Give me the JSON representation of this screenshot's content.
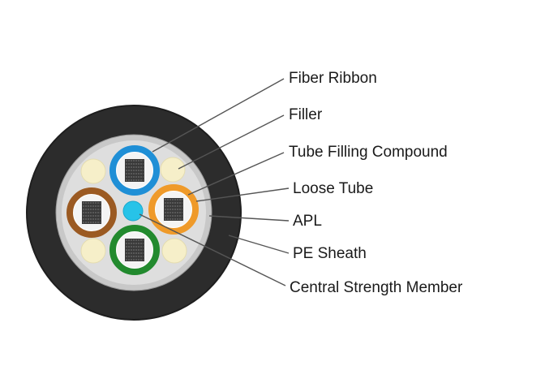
{
  "labels": [
    "Fiber Ribbon",
    "Filler",
    "Tube Filling Compound",
    "Loose Tube",
    "APL",
    "PE Sheath",
    "Central Strength Member"
  ],
  "colors": {
    "sheath": "#2c2c2c",
    "sheath_edge": "#1e1e1e",
    "apl": "#c8c8c8",
    "core": "#dedede",
    "filler": "#f6efc9",
    "central_member": "#27c3e8",
    "tube_blue": "#1f8fd6",
    "tube_orange": "#ef9a2a",
    "tube_brown": "#9b5a22",
    "tube_green": "#228a2e",
    "ribbon": "#3a3a3a"
  }
}
